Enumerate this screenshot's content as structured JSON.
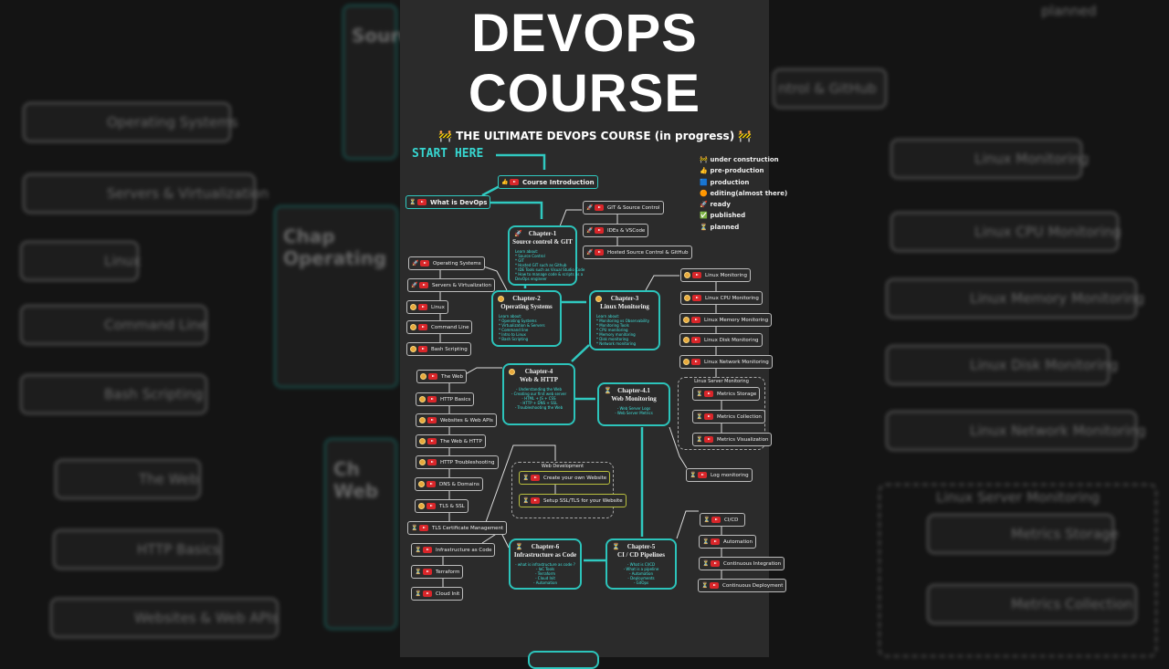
{
  "title_lines": [
    "DEVOPS",
    "COURSE"
  ],
  "subtitle": "🚧 THE ULTIMATE DEVOPS COURSE (in progress) 🚧",
  "start_here": "START HERE",
  "legend": [
    {
      "icon": "🚧",
      "label": "under construction"
    },
    {
      "icon": "👍",
      "label": "pre-production"
    },
    {
      "icon": "🟦",
      "label": "production"
    },
    {
      "icon": "🟠",
      "label": "editing(almost there)"
    },
    {
      "icon": "🚀",
      "label": "ready"
    },
    {
      "icon": "✅",
      "label": "published"
    },
    {
      "icon": "⏳",
      "label": "planned"
    }
  ],
  "colors": {
    "accent": "#30c9c0",
    "background": "#2b2b2b",
    "youtube": "#d9262a"
  },
  "nodes": [
    {
      "id": "intro",
      "label": "Course Introduction",
      "status": "preprod",
      "teal": true
    },
    {
      "id": "whatis",
      "label": "What is DevOps",
      "status": "planned",
      "teal": true
    },
    {
      "id": "git",
      "label": "GIT & Source Control",
      "status": "ready"
    },
    {
      "id": "ides",
      "label": "IDEs & VSCode",
      "status": "ready"
    },
    {
      "id": "hosted",
      "label": "Hosted Source Control & GitHub",
      "status": "ready"
    },
    {
      "id": "os",
      "label": "Operating Systems",
      "status": "ready"
    },
    {
      "id": "servers",
      "label": "Servers & Virtualization",
      "status": "ready"
    },
    {
      "id": "linux",
      "label": "Linux",
      "status": "editing"
    },
    {
      "id": "cmd",
      "label": "Command Line",
      "status": "editing"
    },
    {
      "id": "bash",
      "label": "Bash Scripting",
      "status": "editing"
    },
    {
      "id": "lmon",
      "label": "Linux Monitoring",
      "status": "editing"
    },
    {
      "id": "lcpu",
      "label": "Linux CPU Monitoring",
      "status": "editing"
    },
    {
      "id": "lmem",
      "label": "Linux Memory Monitoring",
      "status": "editing"
    },
    {
      "id": "ldisk",
      "label": "Linux Disk Monitoring",
      "status": "editing"
    },
    {
      "id": "lnet",
      "label": "Linux Network Monitoring",
      "status": "editing"
    },
    {
      "id": "mstore",
      "label": "Metrics Storage",
      "status": "planned"
    },
    {
      "id": "mcoll",
      "label": "Metrics Collection",
      "status": "planned"
    },
    {
      "id": "mviz",
      "label": "Metrics Visualization",
      "status": "planned"
    },
    {
      "id": "logmon",
      "label": "Log monitoring",
      "status": "planned"
    },
    {
      "id": "web",
      "label": "The Web",
      "status": "editing"
    },
    {
      "id": "http",
      "label": "HTTP Basics",
      "status": "editing"
    },
    {
      "id": "webapi",
      "label": "Websites & Web APIs",
      "status": "editing"
    },
    {
      "id": "webhttp",
      "label": "The Web & HTTP",
      "status": "editing"
    },
    {
      "id": "httptr",
      "label": "HTTP Troubleshooting",
      "status": "editing"
    },
    {
      "id": "dns",
      "label": "DNS & Domains",
      "status": "editing"
    },
    {
      "id": "tls",
      "label": "TLS & SSL",
      "status": "editing"
    },
    {
      "id": "tlscert",
      "label": "TLS Certificate Management",
      "status": "planned"
    },
    {
      "id": "ownsite",
      "label": "Create your own Website",
      "status": "planned",
      "yellow": true
    },
    {
      "id": "setupssl",
      "label": "Setup SSL/TLS for your Website",
      "status": "planned",
      "yellow": true
    },
    {
      "id": "cicd",
      "label": "CI/CD",
      "status": "planned"
    },
    {
      "id": "auto",
      "label": "Automation",
      "status": "planned"
    },
    {
      "id": "ci",
      "label": "Continuous Integration",
      "status": "planned"
    },
    {
      "id": "cd",
      "label": "Continuous Deployment",
      "status": "planned"
    },
    {
      "id": "iac",
      "label": "Infrastructure as Code",
      "status": "planned"
    },
    {
      "id": "tf",
      "label": "Terraform",
      "status": "planned"
    },
    {
      "id": "cinit",
      "label": "Cloud Init",
      "status": "planned"
    }
  ],
  "groups": [
    {
      "id": "lsm",
      "label": "Linux Server Monitoring"
    },
    {
      "id": "webdev",
      "label": "Web Development"
    }
  ],
  "chapters": [
    {
      "id": "ch1",
      "status": "ready",
      "title": [
        "Chapter-1",
        "Source control & GIT"
      ],
      "body": [
        "Learn about:",
        "* Source Control",
        "* GIT",
        "* Hosted GIT such as Github",
        "* IDE Tools such as Visual Studio Code",
        "* How to manage code & scripts as a",
        "DevOps engineer"
      ],
      "left": true
    },
    {
      "id": "ch2",
      "status": "editing",
      "title": [
        "Chapter-2",
        "Operating Systems"
      ],
      "body": [
        "Learn about:",
        "* Operating Systems",
        "* Virtualization & Servers",
        "* Command line",
        "* Intro to Linux",
        "* Bash Scripting"
      ],
      "left": true
    },
    {
      "id": "ch3",
      "status": "editing",
      "title": [
        "Chapter-3",
        "Linux Monitoring"
      ],
      "body": [
        "Learn about:",
        "* Monitoring vs Observability",
        "* Monitoring Tools",
        "* CPU monitoring",
        "* Memory monitoring",
        "* Disk monitoring",
        "* Network monitoring"
      ],
      "left": true
    },
    {
      "id": "ch4",
      "status": "editing",
      "title": [
        "Chapter-4",
        "Web & HTTP"
      ],
      "body": [
        "- Understanding the Web",
        "- Creating our first web server",
        "- HTML + JS + CSS",
        "- HTTP + DNS + SSL",
        "- Troubleshooting the Web"
      ]
    },
    {
      "id": "ch41",
      "status": "planned",
      "title": [
        "Chapter-4.1",
        "Web Monitoring"
      ],
      "body": [
        "- Web Server Logs",
        "- Web Server Metrics"
      ]
    },
    {
      "id": "ch5",
      "status": "planned",
      "title": [
        "Chapter-5",
        "CI / CD Pipelines"
      ],
      "body": [
        "- What is CI/CD",
        "- What is a pipeline",
        "- Automation",
        "- Deployments",
        "- GitOps"
      ]
    },
    {
      "id": "ch6",
      "status": "planned",
      "title": [
        "Chapter-6",
        "Infrastructure as Code"
      ],
      "body": [
        "- what is infrastructure as code ?",
        "- IaC Tools",
        "- Terraform",
        "- Cloud Init",
        "- Automation"
      ]
    }
  ],
  "background": {
    "left": [
      "Operating Systems",
      "Servers & Virtualization",
      "Linux",
      "Command Line",
      "Bash Scripting",
      "The Web",
      "HTTP Basics",
      "Websites & Web APIs"
    ],
    "left_chapters": [
      "Source",
      "Chap Operating",
      "Ch Web"
    ],
    "right": [
      "planned",
      "ntrol & GitHub",
      "Linux Monitoring",
      "Linux CPU Monitoring",
      "Linux Memory Monitoring",
      "Linux Disk Monitoring",
      "Linux Network Monitoring",
      "Linux Server Monitoring",
      "Metrics Storage",
      "Metrics Collection"
    ]
  }
}
